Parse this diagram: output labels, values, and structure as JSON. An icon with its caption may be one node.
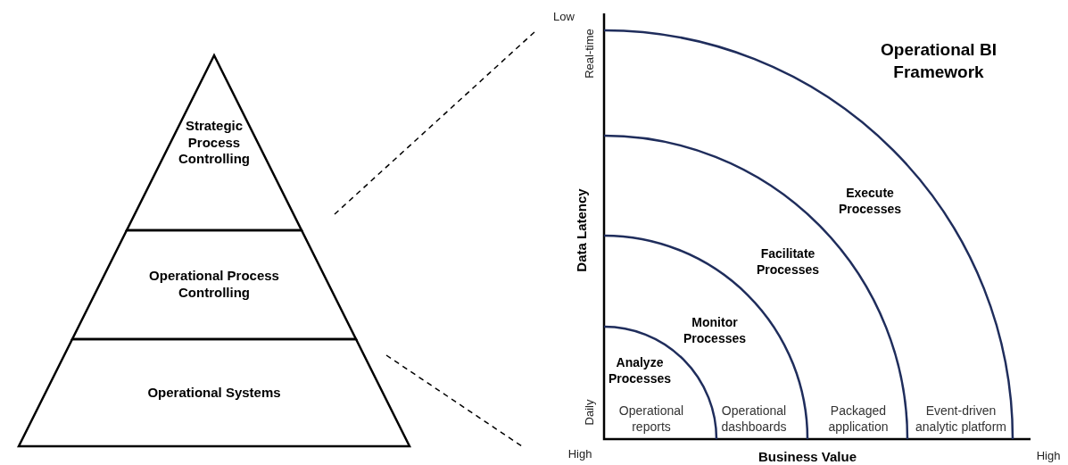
{
  "diagram": {
    "title": "Operational BI Framework",
    "nodes": [
      {
        "text": [
          "Strategic Process Controlling"
        ]
      },
      {
        "text": [
          "Operational Process Controlling"
        ]
      },
      {
        "text": [
          "Operational Systems"
        ]
      },
      {
        "text": [
          "Execute Processes",
          "Event-driven analytic platform"
        ]
      },
      {
        "text": [
          "Facilitate Processes",
          "Packaged application"
        ]
      },
      {
        "text": [
          "Monitor Processes",
          "Operational dashboards"
        ]
      },
      {
        "text": [
          "Analyze Processes",
          "Operational reports"
        ]
      }
    ],
    "edges": [],
    "labels": [
      "Low",
      "Real-time",
      "Data Latency",
      "Daily",
      "High",
      "Business Value",
      "High"
    ]
  }
}
